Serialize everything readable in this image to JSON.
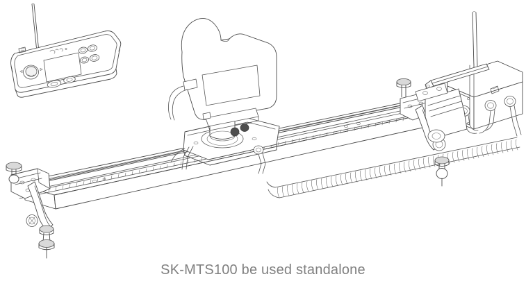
{
  "figure": {
    "caption": "SK-MTS100 be used standalone",
    "caption_color": "#808080",
    "background_color": "#ffffff",
    "line_color": "#4a4a4a",
    "style": "technical line drawing"
  },
  "components": {
    "remote": {
      "name": "wireless remote controller",
      "antenna": "antenna",
      "display": "lcd-screen",
      "joystick": "joystick",
      "logo": "brand-logo",
      "buttons": [
        "button-1",
        "button-2",
        "button-3",
        "button-4",
        "button-5",
        "button-6"
      ]
    },
    "camera": {
      "name": "dslr camera",
      "screen": "camera-rear-screen",
      "viewfinder": "viewfinder-hump",
      "cable": "shutter-release-cable"
    },
    "carriage": {
      "name": "motorized carriage",
      "pan_head": "pan-rotation-head",
      "plate": "carriage-plate",
      "ports": [
        "port-left",
        "port-right"
      ]
    },
    "rail": {
      "name": "slider rail",
      "belt": "toothed-belt-track",
      "coiled_cable": "coiled-spiral-cable"
    },
    "control_box": {
      "name": "motor control box",
      "antenna": "receiver-antenna",
      "ports": [
        "connector-a",
        "connector-b",
        "connector-c"
      ],
      "motor": "drive-motor"
    },
    "legs": {
      "left": "left-support-leg",
      "right": "right-support-leg",
      "knobs": [
        "knob-left-top",
        "knob-left-foot",
        "knob-right-top",
        "knob-right-foot"
      ]
    }
  }
}
